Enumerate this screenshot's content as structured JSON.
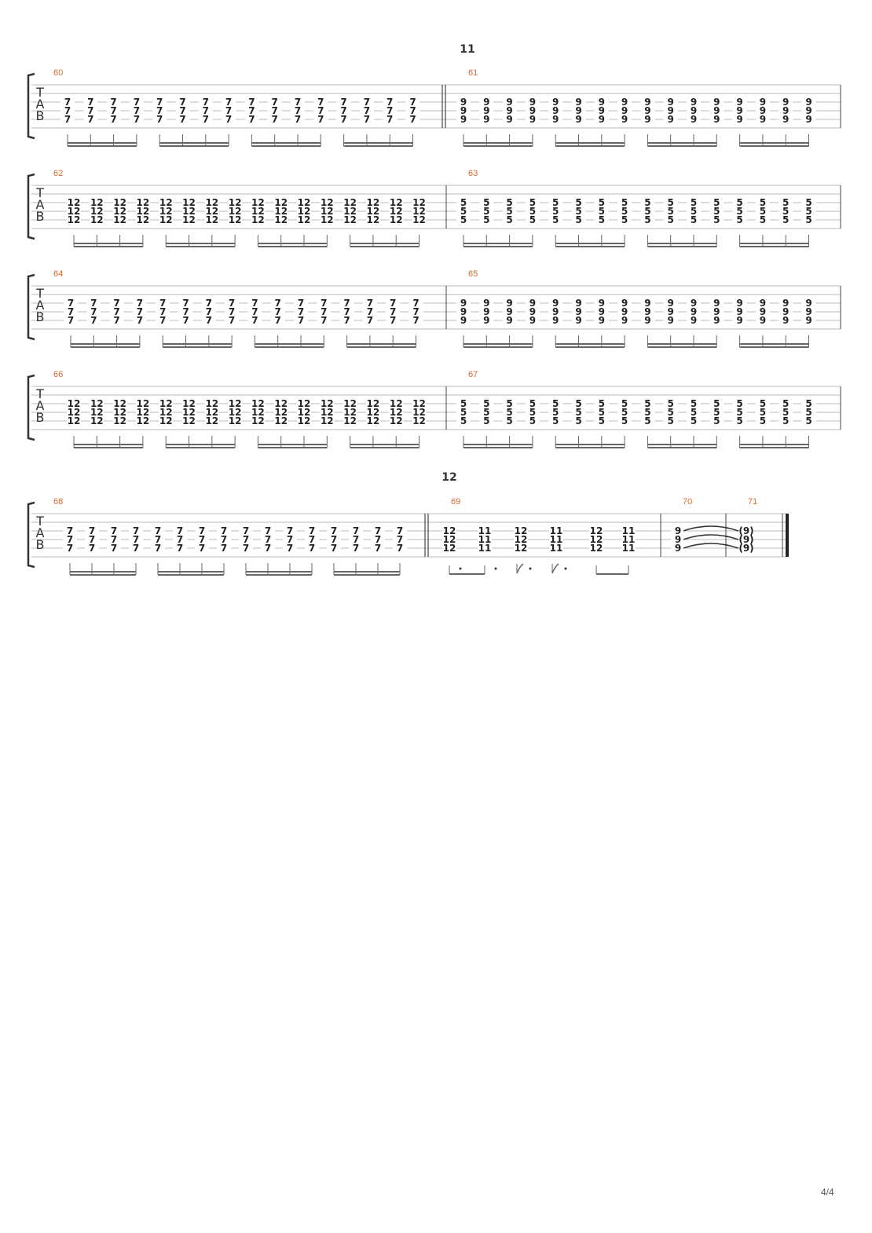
{
  "page": {
    "number": "4/4"
  },
  "clef": [
    "T",
    "A",
    "B"
  ],
  "systems": [
    {
      "section": "11",
      "measures": [
        {
          "number": "60",
          "chord": [
            "7",
            "7",
            "7"
          ],
          "count": 16
        },
        {
          "number": "61",
          "chord": [
            "9",
            "9",
            "9"
          ],
          "count": 16
        }
      ]
    },
    {
      "section": "",
      "measures": [
        {
          "number": "62",
          "chord": [
            "12",
            "12",
            "12"
          ],
          "count": 16
        },
        {
          "number": "63",
          "chord": [
            "5",
            "5",
            "5"
          ],
          "count": 16
        }
      ]
    },
    {
      "section": "",
      "measures": [
        {
          "number": "64",
          "chord": [
            "7",
            "7",
            "7"
          ],
          "count": 16
        },
        {
          "number": "65",
          "chord": [
            "9",
            "9",
            "9"
          ],
          "count": 16
        }
      ]
    },
    {
      "section": "",
      "measures": [
        {
          "number": "66",
          "chord": [
            "12",
            "12",
            "12"
          ],
          "count": 16
        },
        {
          "number": "67",
          "chord": [
            "5",
            "5",
            "5"
          ],
          "count": 16
        }
      ]
    },
    {
      "section": "12",
      "measures": [
        {
          "number": "68",
          "chord": [
            "7",
            "7",
            "7"
          ],
          "count": 16
        },
        {
          "number": "69",
          "chords": [
            [
              "12",
              "12",
              "12"
            ],
            [
              "11",
              "11",
              "11"
            ],
            [
              "12",
              "12",
              "12"
            ],
            [
              "11",
              "11",
              "11"
            ],
            [
              "12",
              "12",
              "12"
            ],
            [
              "11",
              "11",
              "11"
            ]
          ]
        },
        {
          "number": "70",
          "chord": [
            "9",
            "9",
            "9"
          ]
        },
        {
          "number": "71",
          "chord": [
            "(9)",
            "(9)",
            "(9)"
          ]
        }
      ]
    }
  ]
}
